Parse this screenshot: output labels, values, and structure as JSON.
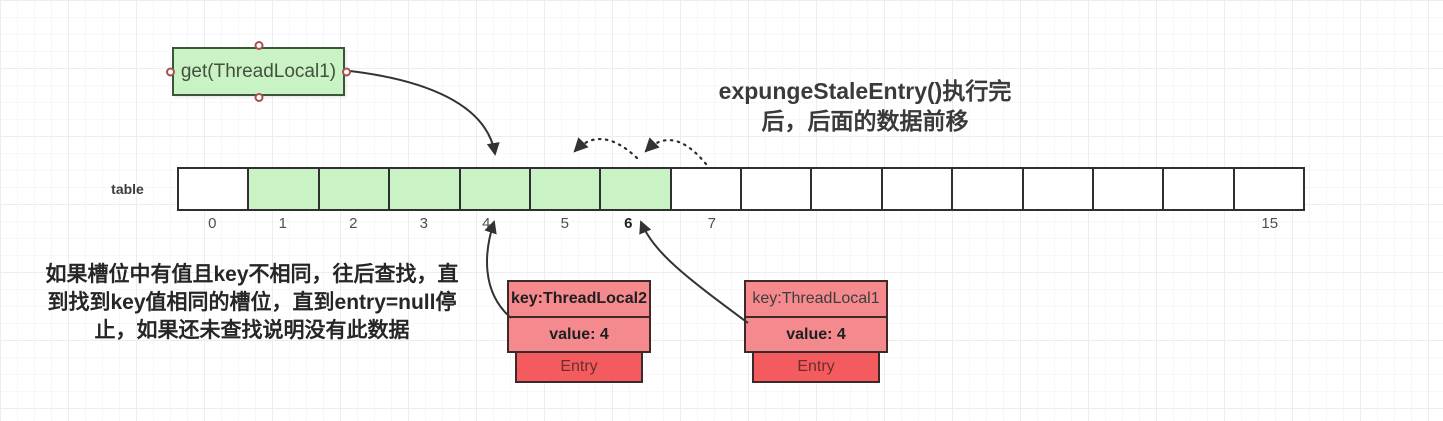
{
  "title": {
    "line1": "expungeStaleEntry()执行完",
    "line2": "后，后面的数据前移"
  },
  "get_box": {
    "label": "get(ThreadLocal1)"
  },
  "table": {
    "label": "table",
    "slots": [
      {
        "label": "0",
        "green": false
      },
      {
        "label": "1",
        "green": true
      },
      {
        "label": "2",
        "green": true
      },
      {
        "label": "3",
        "green": true
      },
      {
        "label": "4",
        "green": true
      },
      {
        "label": "5",
        "green": true
      },
      {
        "label": "6",
        "green": true
      },
      {
        "label": "7",
        "green": false
      },
      {
        "label": "",
        "green": false
      },
      {
        "label": "",
        "green": false
      },
      {
        "label": "",
        "green": false
      },
      {
        "label": "",
        "green": false
      },
      {
        "label": "",
        "green": false
      },
      {
        "label": "",
        "green": false
      },
      {
        "label": "",
        "green": false
      },
      {
        "label": "15",
        "green": false
      }
    ]
  },
  "note": {
    "line1": "如果槽位中有值且key不相同，往后查找，直",
    "line2": "到找到key值相同的槽位，直到entry=null停",
    "line3": "止，如果还未查找说明没有此数据"
  },
  "entries": [
    {
      "key": "key:ThreadLocal2",
      "value": "value: 4",
      "tag": "Entry"
    },
    {
      "key": "key:ThreadLocal1",
      "value": "value: 4",
      "tag": "Entry"
    }
  ],
  "colors": {
    "slot_green": "#c9f2c5",
    "slot_border": "#2f2f2f",
    "entry_salmon": "#f48a8e",
    "entry_red": "#f45b5e",
    "handle_ring": "#a8504d",
    "arrow": "#333333"
  }
}
